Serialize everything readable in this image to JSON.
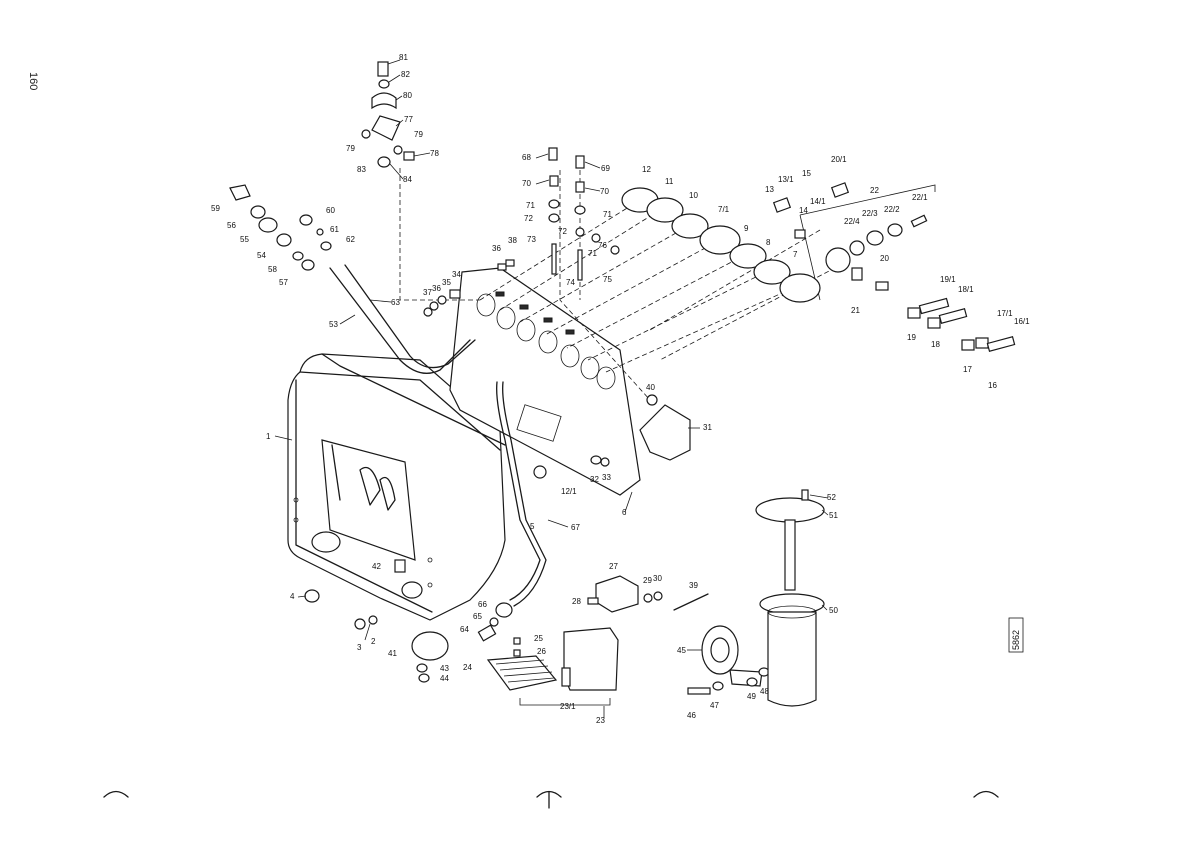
{
  "page": {
    "page_number": "160",
    "reference_number": "5862"
  },
  "callouts": {
    "1": "1",
    "2": "2",
    "3": "3",
    "4": "4",
    "5": "5",
    "6": "6",
    "7": "7",
    "7_1": "7/1",
    "8": "8",
    "9": "9",
    "10": "10",
    "11": "11",
    "12": "12",
    "12_1": "12/1",
    "13": "13",
    "13_1": "13/1",
    "14": "14",
    "14_1": "14/1",
    "15": "15",
    "16": "16",
    "16_1": "16/1",
    "17": "17",
    "17_1": "17/1",
    "18": "18",
    "18_1": "18/1",
    "19": "19",
    "19_1": "19/1",
    "20": "20",
    "20_1": "20/1",
    "21": "21",
    "22": "22",
    "22_1": "22/1",
    "22_2": "22/2",
    "22_3": "22/3",
    "22_4": "22/4",
    "23": "23",
    "23_1": "23/1",
    "24": "24",
    "25": "25",
    "26": "26",
    "27": "27",
    "28": "28",
    "29": "29",
    "30": "30",
    "31": "31",
    "32": "32",
    "33": "33",
    "34": "34",
    "35": "35",
    "36": "36",
    "37": "37",
    "38": "38",
    "39": "39",
    "40": "40",
    "41": "41",
    "42": "42",
    "43": "43",
    "44": "44",
    "45": "45",
    "46": "46",
    "47": "47",
    "48": "48",
    "49": "49",
    "50": "50",
    "51": "51",
    "52": "52",
    "53": "53",
    "54": "54",
    "55": "55",
    "56": "56",
    "57": "57",
    "58": "58",
    "59": "59",
    "60": "60",
    "61": "61",
    "62": "62",
    "63": "63",
    "64": "64",
    "65": "65",
    "66": "66",
    "67": "67",
    "68": "68",
    "69": "69",
    "70": "70",
    "71": "71",
    "72": "72",
    "73": "73",
    "74": "74",
    "75": "75",
    "76": "76",
    "77": "77",
    "78": "78",
    "79": "79",
    "80": "80",
    "81": "81",
    "82": "82",
    "83": "83",
    "84": "84"
  }
}
